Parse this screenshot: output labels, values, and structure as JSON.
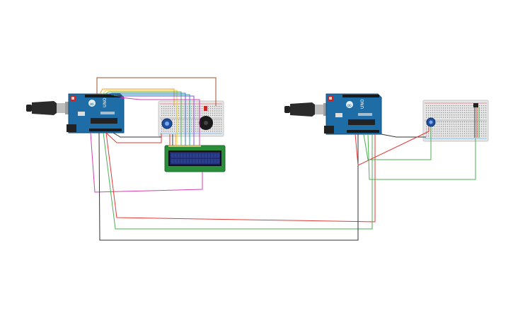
{
  "circuit": {
    "board_left": {
      "brand_mark": "UNO",
      "logo": "∞"
    },
    "board_right": {
      "brand_mark": "UNO",
      "logo": "∞"
    }
  },
  "colors": {
    "board_blue": "#1f6da6",
    "board_dark": "#124f7c",
    "breadboard": "#e6e6e6",
    "lcd_pcb": "#2a8d3a",
    "lcd_screen": "#1d2b6b",
    "wire_red": "#e53935",
    "wire_green": "#4caf50",
    "wire_black": "#333333",
    "wire_magenta": "#d33fb0",
    "wire_brown": "#a0522d",
    "wire_orange": "#f0a020",
    "wire_yellow": "#e8d21a",
    "wire_blue": "#3a72d8",
    "wire_purple": "#8a4fd8",
    "wire_teal": "#1aa3a3"
  },
  "components": [
    {
      "id": "usb-cable-left",
      "icon": "usb-plug-icon"
    },
    {
      "id": "arduino-uno-left",
      "icon": "microcontroller-icon"
    },
    {
      "id": "breadboard-left",
      "icon": "breadboard-icon"
    },
    {
      "id": "potentiometer-left",
      "icon": "knob-icon"
    },
    {
      "id": "piezo-buzzer",
      "icon": "buzzer-icon"
    },
    {
      "id": "lcd-16x2",
      "icon": "lcd-display-icon"
    },
    {
      "id": "usb-cable-right",
      "icon": "usb-plug-icon"
    },
    {
      "id": "arduino-uno-right",
      "icon": "microcontroller-icon"
    },
    {
      "id": "breadboard-right",
      "icon": "breadboard-icon"
    },
    {
      "id": "potentiometer-right",
      "icon": "knob-icon"
    },
    {
      "id": "sensor-right",
      "icon": "sensor-icon"
    }
  ]
}
